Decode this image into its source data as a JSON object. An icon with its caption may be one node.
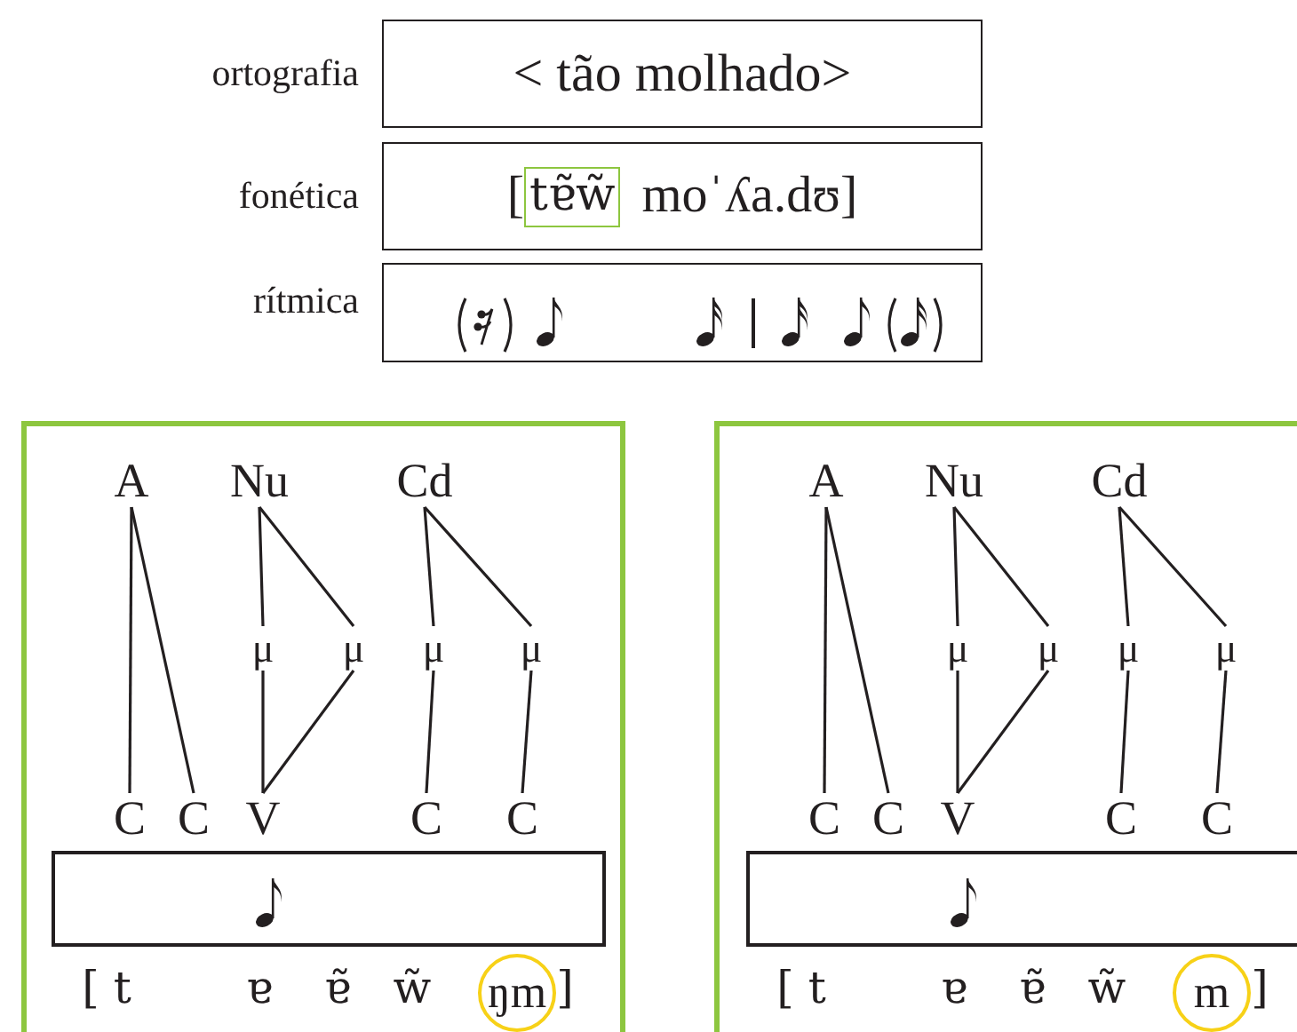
{
  "diagram": {
    "nodes": [
      {
        "text": [
          "ortografia",
          "< tão molhado>"
        ]
      },
      {
        "text": [
          "fonética",
          "[",
          "moˈʎa.dʊ]"
        ]
      },
      {
        "text": [
          "tɐ̃w̃"
        ],
        "in": 1
      },
      {
        "text": [
          "rítmica"
        ]
      },
      {
        "text": [],
        "shape": "box"
      },
      {
        "text": [
          "A"
        ],
        "in": 4
      },
      {
        "text": [
          "Nu"
        ],
        "in": 4
      },
      {
        "text": [
          "Cd"
        ],
        "in": 4
      },
      {
        "text": [
          "μ"
        ],
        "in": 4
      },
      {
        "text": [
          "μ"
        ],
        "in": 4
      },
      {
        "text": [
          "μ"
        ],
        "in": 4
      },
      {
        "text": [
          "μ"
        ],
        "in": 4
      },
      {
        "text": [
          "C"
        ],
        "in": 4
      },
      {
        "text": [
          "C"
        ],
        "in": 4
      },
      {
        "text": [
          "V"
        ],
        "in": 4
      },
      {
        "text": [
          "C"
        ],
        "in": 4
      },
      {
        "text": [
          "C"
        ],
        "in": 4
      },
      {
        "text": [],
        "shape": "box",
        "in": 4
      },
      {
        "text": [
          "ŋm"
        ],
        "in": 4
      },
      {
        "text": [],
        "shape": "box"
      },
      {
        "text": [
          "A"
        ],
        "in": 19
      },
      {
        "text": [
          "Nu"
        ],
        "in": 19
      },
      {
        "text": [
          "Cd"
        ],
        "in": 19
      },
      {
        "text": [
          "μ"
        ],
        "in": 19
      },
      {
        "text": [
          "μ"
        ],
        "in": 19
      },
      {
        "text": [
          "μ"
        ],
        "in": 19
      },
      {
        "text": [
          "μ"
        ],
        "in": 19
      },
      {
        "text": [
          "C"
        ],
        "in": 19
      },
      {
        "text": [
          "C"
        ],
        "in": 19
      },
      {
        "text": [
          "V"
        ],
        "in": 19
      },
      {
        "text": [
          "C"
        ],
        "in": 19
      },
      {
        "text": [
          "C"
        ],
        "in": 19
      },
      {
        "text": [],
        "shape": "box",
        "in": 19
      },
      {
        "text": [
          "m"
        ],
        "in": 19
      }
    ],
    "edges": [
      {
        "from": 5,
        "to": 12,
        "arrow": "none"
      },
      {
        "from": 5,
        "to": 13,
        "arrow": "none"
      },
      {
        "from": 6,
        "to": 8,
        "arrow": "none"
      },
      {
        "from": 6,
        "to": 9,
        "arrow": "none"
      },
      {
        "from": 7,
        "to": 10,
        "arrow": "none"
      },
      {
        "from": 7,
        "to": 11,
        "arrow": "none"
      },
      {
        "from": 8,
        "to": 14,
        "arrow": "none"
      },
      {
        "from": 9,
        "to": 14,
        "arrow": "none"
      },
      {
        "from": 10,
        "to": 15,
        "arrow": "none"
      },
      {
        "from": 11,
        "to": 16,
        "arrow": "none"
      },
      {
        "from": 20,
        "to": 27,
        "arrow": "none"
      },
      {
        "from": 20,
        "to": 28,
        "arrow": "none"
      },
      {
        "from": 21,
        "to": 23,
        "arrow": "none"
      },
      {
        "from": 21,
        "to": 24,
        "arrow": "none"
      },
      {
        "from": 22,
        "to": 25,
        "arrow": "none"
      },
      {
        "from": 22,
        "to": 26,
        "arrow": "none"
      },
      {
        "from": 23,
        "to": 29,
        "arrow": "none"
      },
      {
        "from": 24,
        "to": 29,
        "arrow": "none"
      },
      {
        "from": 25,
        "to": 30,
        "arrow": "none"
      },
      {
        "from": 26,
        "to": 31,
        "arrow": "none"
      }
    ],
    "labels": [
      "[ t",
      "ɐ",
      "ɐ̃",
      "w̃",
      "]",
      "[ t",
      "ɐ",
      "ɐ̃",
      "w̃",
      "]"
    ]
  }
}
